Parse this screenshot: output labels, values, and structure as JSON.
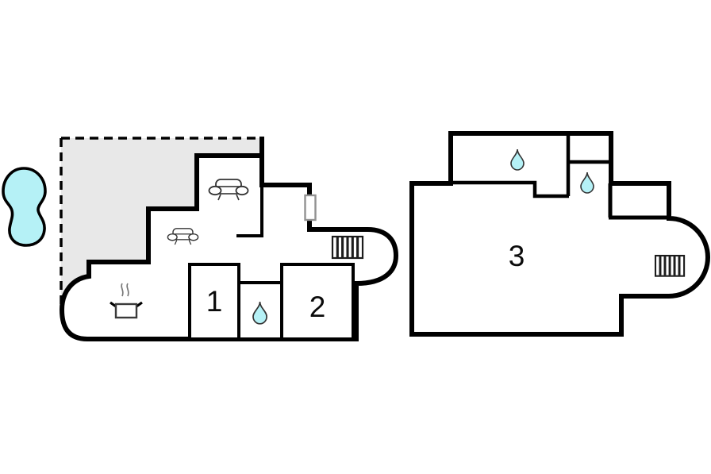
{
  "title": "floor-plan",
  "colors": {
    "background": "#ffffff",
    "wall": "#000000",
    "terrace_fill": "#e8e8e8",
    "water": "#b5f1f6",
    "icon_stroke": "#333333",
    "window_border": "#929292",
    "label_color": "#0b0b0b"
  },
  "left_plan": {
    "name": "ground-floor",
    "room_labels": [
      "1",
      "2"
    ],
    "icons": [
      "pool-icon",
      "sofa-icon",
      "sofa-icon",
      "cooking-pot-icon",
      "water-drop-icon",
      "radiator-icon",
      "window-marker",
      "terrace-dashed-area"
    ]
  },
  "right_plan": {
    "name": "upper-floor",
    "room_labels": [
      "3"
    ],
    "icons": [
      "water-drop-icon",
      "water-drop-icon",
      "radiator-icon"
    ]
  }
}
